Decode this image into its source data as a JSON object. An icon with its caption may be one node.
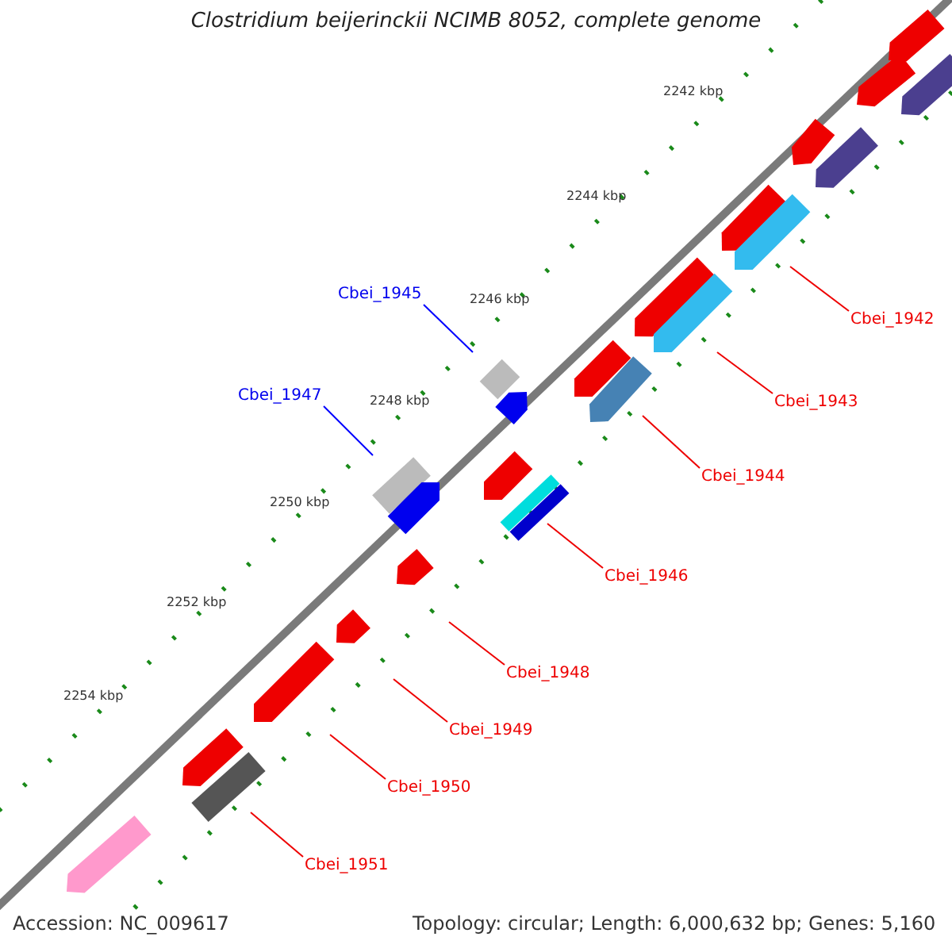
{
  "diagram": {
    "title": "Clostridium beijerinckii NCIMB 8052, complete genome",
    "nodes": [
      {
        "text": [
          "Cbei_1942"
        ]
      },
      {
        "text": [
          "Cbei_1943"
        ]
      },
      {
        "text": [
          "Cbei_1944"
        ]
      },
      {
        "text": [
          "Cbei_1945"
        ]
      },
      {
        "text": [
          "Cbei_1947"
        ]
      },
      {
        "text": [
          "Cbei_1946"
        ]
      },
      {
        "text": [
          "Cbei_1948"
        ]
      },
      {
        "text": [
          "Cbei_1949"
        ]
      },
      {
        "text": [
          "Cbei_1950"
        ]
      },
      {
        "text": [
          "Cbei_1951"
        ]
      }
    ],
    "edges": [
      {
        "from": 0,
        "to": null,
        "arrow": "none"
      },
      {
        "from": 1,
        "to": null,
        "arrow": "none"
      },
      {
        "from": 2,
        "to": null,
        "arrow": "none"
      },
      {
        "from": 3,
        "to": null,
        "arrow": "none",
        "color": "#0000ff"
      },
      {
        "from": 4,
        "to": null,
        "arrow": "none",
        "color": "#0000ff"
      },
      {
        "from": 5,
        "to": null,
        "arrow": "none"
      },
      {
        "from": 6,
        "to": null,
        "arrow": "none"
      },
      {
        "from": 7,
        "to": null,
        "arrow": "none"
      },
      {
        "from": 8,
        "to": null,
        "arrow": "none"
      },
      {
        "from": 9,
        "to": null,
        "arrow": "none"
      }
    ],
    "labels": [
      "2242 kbp",
      "2244 kbp",
      "2246 kbp",
      "2248 kbp",
      "2250 kbp",
      "2252 kbp",
      "2254 kbp",
      "Accession: NC_009617",
      "Topology: circular; Length: 6,000,632 bp; Genes: 5,160"
    ]
  }
}
